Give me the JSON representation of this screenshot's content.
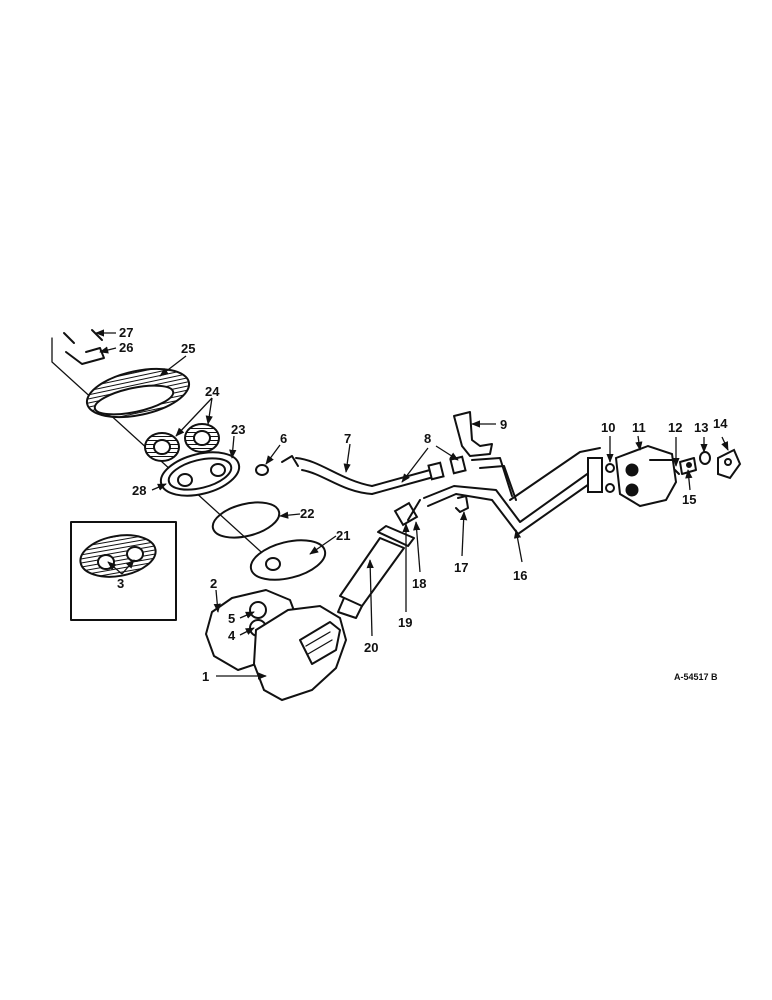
{
  "diagram": {
    "callouts": [
      "1",
      "2",
      "3",
      "4",
      "5",
      "6",
      "7",
      "8",
      "9",
      "10",
      "11",
      "12",
      "13",
      "14",
      "15",
      "16",
      "17",
      "18",
      "19",
      "20",
      "21",
      "22",
      "23",
      "24",
      "25",
      "26",
      "27",
      "28"
    ],
    "drawing_code": "A-54517 B"
  }
}
